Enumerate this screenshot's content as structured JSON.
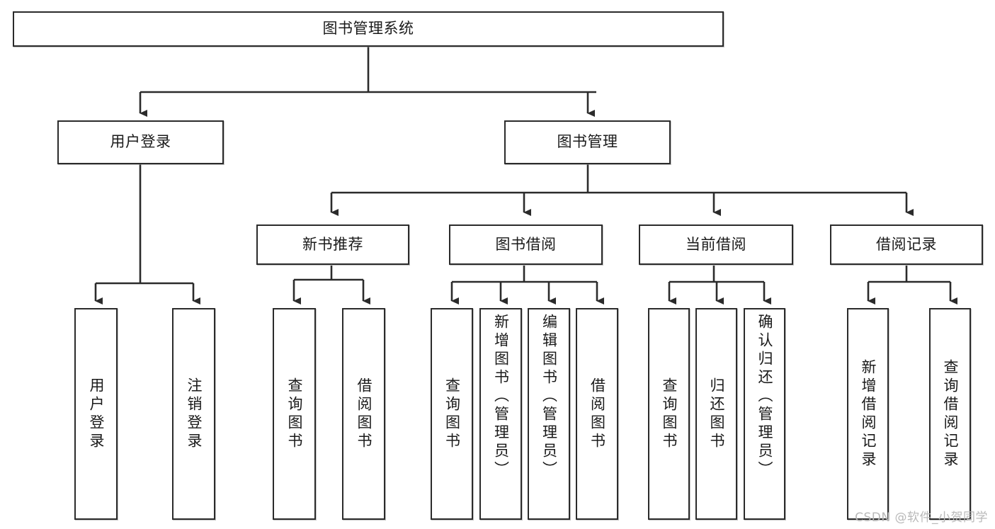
{
  "diagram": {
    "title": "图书管理系统",
    "type": "tree-structure-chart",
    "root": {
      "label": "图书管理系统"
    },
    "level2": [
      {
        "label": "用户登录"
      },
      {
        "label": "图书管理"
      }
    ],
    "level3": [
      {
        "label": "新书推荐"
      },
      {
        "label": "图书借阅"
      },
      {
        "label": "当前借阅"
      },
      {
        "label": "借阅记录"
      }
    ],
    "leaves": {
      "user_login": [
        {
          "label": "用户登录"
        },
        {
          "label": "注销登录"
        }
      ],
      "new_book": [
        {
          "label": "查询图书"
        },
        {
          "label": "借阅图书"
        }
      ],
      "book_borrow": [
        {
          "label": "查询图书"
        },
        {
          "label": "新增图书（管理员）"
        },
        {
          "label": "编辑图书（管理员）"
        },
        {
          "label": "借阅图书"
        }
      ],
      "current_borrow": [
        {
          "label": "查询图书"
        },
        {
          "label": "归还图书"
        },
        {
          "label": "确认归还（管理员）"
        }
      ],
      "borrow_record": [
        {
          "label": "新增借阅记录"
        },
        {
          "label": "查询借阅记录"
        }
      ]
    }
  },
  "watermark": {
    "text": "CSDN @软件_小贺同学"
  },
  "colors": {
    "stroke": "#2b2b2b",
    "fill": "#ffffff",
    "text": "#1a1a1a",
    "watermark": "#b9b9b9"
  }
}
